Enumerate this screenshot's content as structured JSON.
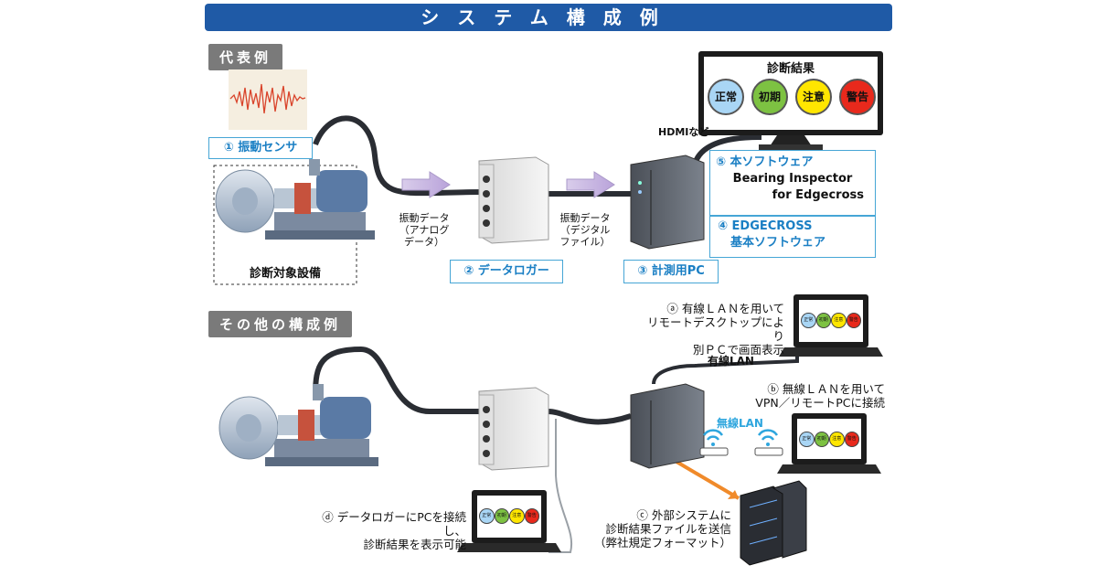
{
  "title": "システム構成例",
  "top": {
    "section_label": "代表例",
    "sensor_label": "① 振動センサ",
    "equipment_label": "診断対象設備",
    "flow1": [
      "振動データ",
      "（アナログ",
      "データ）"
    ],
    "flow2": [
      "振動データ",
      "（デジタル",
      "ファイル）"
    ],
    "logger_label": "② データロガー",
    "pc_label": "③ 計測用PC",
    "hdmi_label": "HDMIなど",
    "software_box": {
      "num": "⑤ 本ソフトウェア",
      "line2": "Bearing Inspector",
      "line3": "for Edgecross"
    },
    "edgecross_box": {
      "line1": "④ EDGECROSS",
      "line2": "基本ソフトウェア"
    },
    "monitor": {
      "title": "診断結果",
      "states": [
        {
          "label": "正常",
          "color": "#a9d6f5"
        },
        {
          "label": "初期",
          "color": "#7dc242"
        },
        {
          "label": "注意",
          "color": "#ffe600"
        },
        {
          "label": "警告",
          "color": "#e8291c"
        }
      ]
    }
  },
  "bottom": {
    "section_label": "その他の構成例",
    "wired_lan": "有線LAN",
    "wireless_lan": "無線LAN",
    "note_a": [
      "ⓐ 有線ＬＡＮを用いて",
      "リモートデスクトップにより",
      "別ＰＣで画面表示"
    ],
    "note_b": [
      "ⓑ 無線ＬＡＮを用いて",
      "VPN／リモートPCに接続"
    ],
    "note_c": [
      "ⓒ 外部システムに",
      "診断結果ファイルを送信",
      "（弊社規定フォーマット）"
    ],
    "note_d": [
      "ⓓ データロガーにPCを接続し、",
      "診断結果を表示可能"
    ],
    "mini_states": [
      {
        "label": "正常",
        "color": "#a9d6f5"
      },
      {
        "label": "初期",
        "color": "#7dc242"
      },
      {
        "label": "注意",
        "color": "#ffe600"
      },
      {
        "label": "警告",
        "color": "#e8291c"
      }
    ]
  }
}
